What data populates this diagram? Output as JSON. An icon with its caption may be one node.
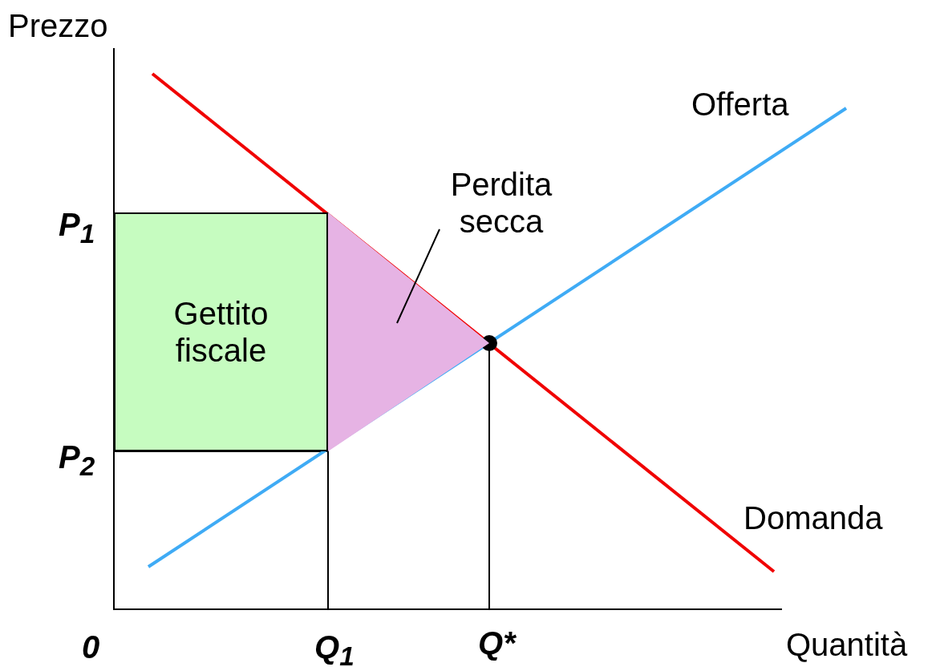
{
  "diagram": {
    "nodes": [
      {
        "text": [
          "Gettito fiscale"
        ]
      },
      {
        "text": [
          "Perdita secca"
        ]
      },
      {
        "text": [],
        "shape": "triangle"
      }
    ],
    "edges": [
      {
        "from": 1,
        "to": 2,
        "arrow": "none"
      }
    ],
    "labels": [
      "Prezzo",
      "Offerta",
      "P$_{1}$",
      "P$_{2}$",
      "Domanda",
      "0",
      "Q$_{1}$",
      "Q*",
      "Quantità"
    ]
  }
}
